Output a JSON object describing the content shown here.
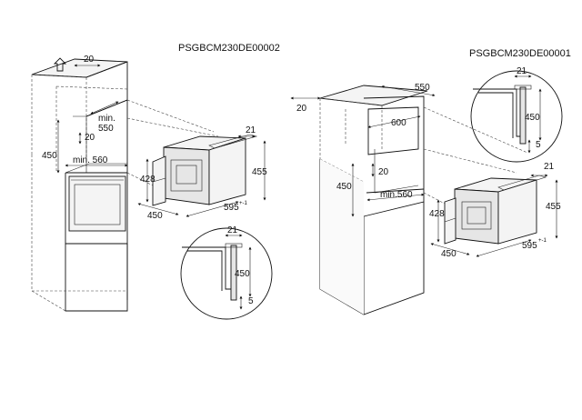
{
  "left": {
    "model": "PSGBCM230DE00002",
    "dims": {
      "d20_top": "20",
      "min550": "min.\n550",
      "d20_inner": "20",
      "d450": "450",
      "min560": "min. 560",
      "d428": "428",
      "d450_depth": "450",
      "d595": "595",
      "d595_tol": "+-1",
      "d21": "21",
      "d455": "455"
    },
    "detail": {
      "d21": "21",
      "d450": "450",
      "d5": "5"
    }
  },
  "right": {
    "model": "PSGBCM230DE00001",
    "dims": {
      "d20_top": "20",
      "d550": "550",
      "d600": "600",
      "d20_inner": "20",
      "d450": "450",
      "min560": "min.560",
      "d428": "428",
      "d450_depth": "450",
      "d595": "595",
      "d595_tol": "+-1",
      "d21": "21",
      "d455": "455"
    },
    "detail": {
      "d21": "21",
      "d450": "450",
      "d5": "5"
    }
  }
}
